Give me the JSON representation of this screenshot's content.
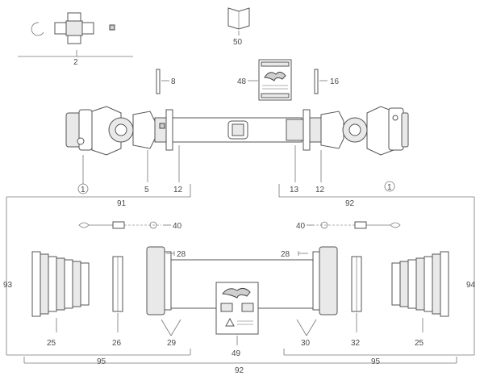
{
  "callouts": {
    "c1_left": "1",
    "c1_right": "1",
    "c2": "2",
    "c5": "5",
    "c8": "8",
    "c12_left": "12",
    "c12_right": "12",
    "c13": "13",
    "c16": "16",
    "c25_left": "25",
    "c25_right": "25",
    "c26": "26",
    "c28_left": "28",
    "c28_right": "28",
    "c29": "29",
    "c30": "30",
    "c32": "32",
    "c40_left": "40",
    "c40_right": "40",
    "c48": "48",
    "c49": "49",
    "c50": "50",
    "c91": "91",
    "c92_upper": "92",
    "c92_bottom": "92",
    "c93": "93",
    "c94": "94",
    "c95_left": "95",
    "c95_right": "95"
  }
}
